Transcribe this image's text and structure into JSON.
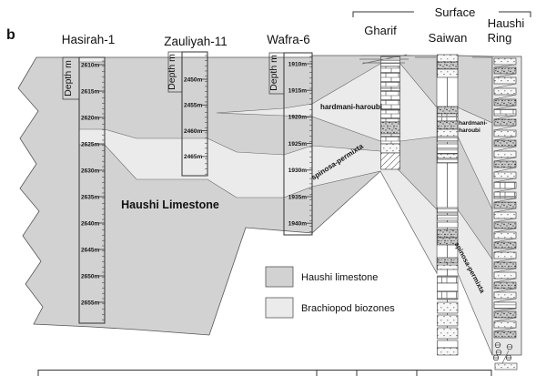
{
  "figure_label": "b",
  "title_row": {
    "surface_label": "Surface"
  },
  "wells": [
    {
      "name": "Hasirah-1",
      "depth_axis_label": "Depth m",
      "depth_labels": [
        "2610m",
        "2615m",
        "2620m",
        "2625m",
        "2630m",
        "2635m",
        "2640m",
        "2645m",
        "2650m",
        "2655m"
      ]
    },
    {
      "name": "Zauliyah-11",
      "depth_axis_label": "Depth m",
      "depth_labels": [
        "2450m",
        "2455m",
        "2460m",
        "2465m"
      ]
    },
    {
      "name": "Wafra-6",
      "depth_axis_label": "Depth m",
      "depth_labels": [
        "1910m",
        "1915m",
        "1920m",
        "1925m",
        "1930m",
        "1935m",
        "1940m"
      ]
    }
  ],
  "surface_sections": [
    {
      "name": "Gharif"
    },
    {
      "name": "Saiwan"
    },
    {
      "name": "Haushi Ring",
      "line1": "Haushi",
      "line2": "Ring"
    }
  ],
  "unit_label": "Haushi Limestone",
  "biozones": {
    "hardmani_full": "hardmani-haroubi",
    "hardmani_line1": "hardmani-",
    "hardmani_line2": "haroubi",
    "spinosa": "spinosa-permixta"
  },
  "legend": {
    "items": [
      {
        "label": "Haushi limestone",
        "color": "#d2d2d2"
      },
      {
        "label": "Brachiopod biozones",
        "color": "#ebebeb"
      }
    ]
  },
  "colors": {
    "limestone_gray": "#d2d2d2",
    "biozone_light": "#ebebeb",
    "outline": "#555555"
  }
}
